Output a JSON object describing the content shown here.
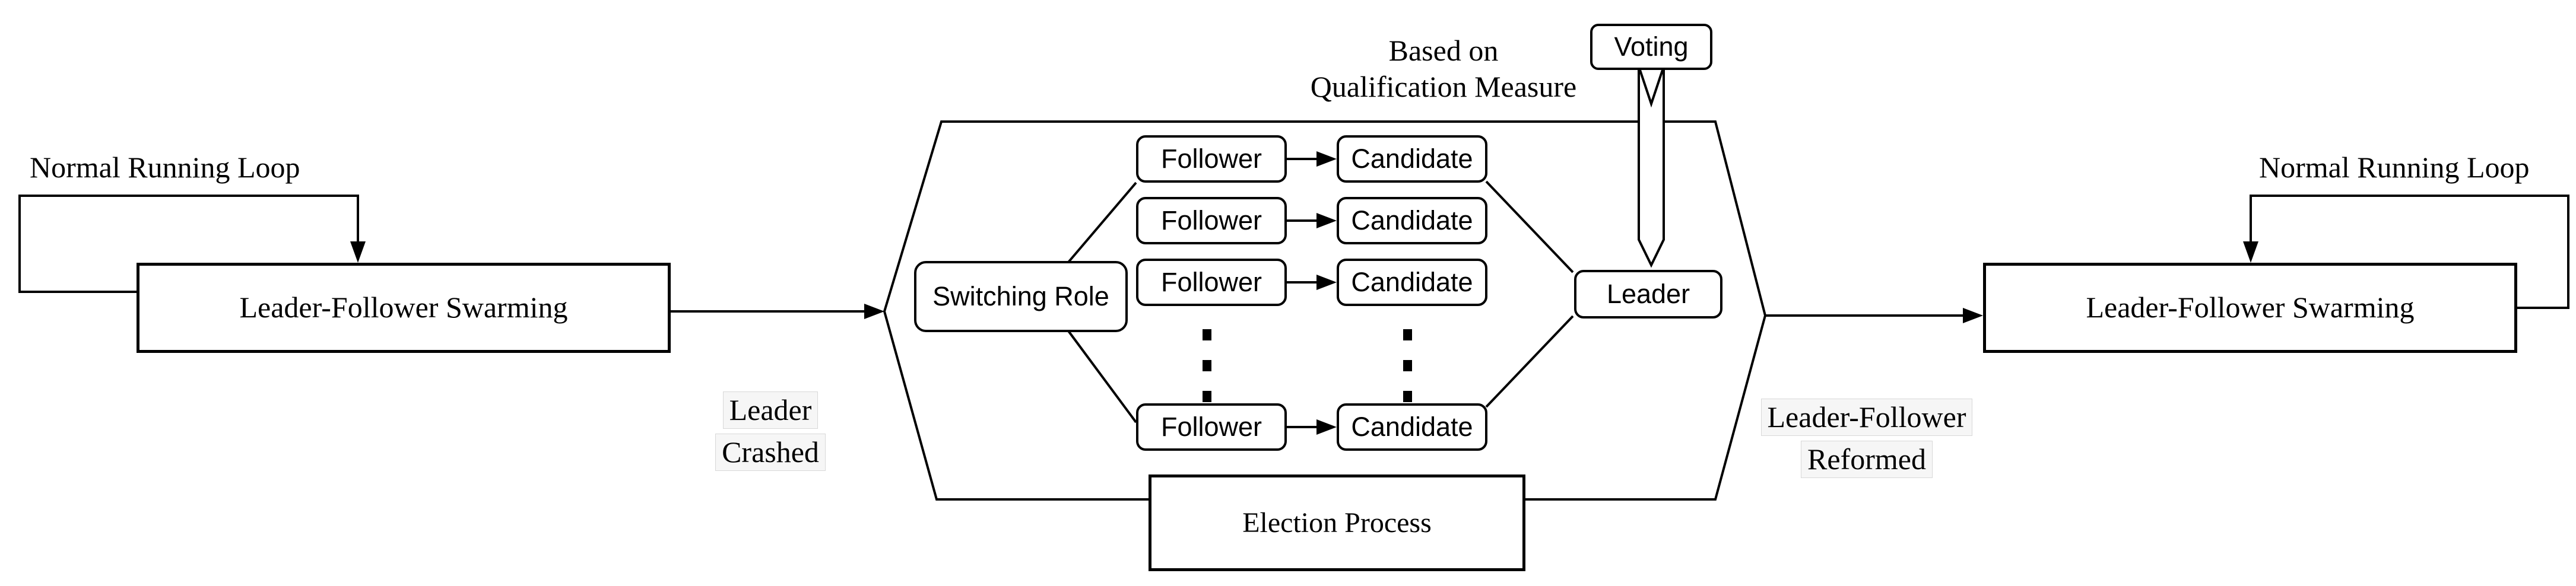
{
  "nodes": {
    "swarming_left": "Leader-Follower Swarming",
    "swarming_right": "Leader-Follower Swarming",
    "switching_role": "Switching Role",
    "followers": [
      "Follower",
      "Follower",
      "Follower",
      "Follower"
    ],
    "candidates": [
      "Candidate",
      "Candidate",
      "Candidate",
      "Candidate"
    ],
    "leader": "Leader",
    "voting": "Voting",
    "election_process": "Election Process"
  },
  "labels": {
    "normal_running_loop_left": "Normal Running Loop",
    "normal_running_loop_right": "Normal Running Loop",
    "leader_crashed": {
      "line1": "Leader",
      "line2": "Crashed"
    },
    "leader_follower_reformed": {
      "line1": "Leader-Follower",
      "line2": "Reformed"
    },
    "based_on_qualification": {
      "line1": "Based on",
      "line2": "Qualification Measure"
    }
  },
  "colors": {
    "stroke": "#000000",
    "text": "#000000",
    "label_background": "#f6f6f6",
    "label_border": "#d8d8d8",
    "background": "#ffffff"
  }
}
